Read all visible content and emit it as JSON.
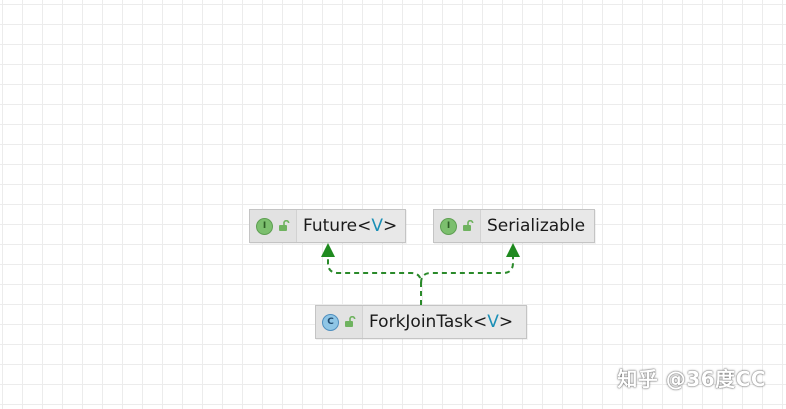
{
  "diagram": {
    "nodes": [
      {
        "id": "future",
        "kind_letter": "I",
        "name": "Future",
        "generic_open": "<",
        "generic_param": "V",
        "generic_close": ">"
      },
      {
        "id": "serializable",
        "kind_letter": "I",
        "name": "Serializable"
      },
      {
        "id": "forkjointask",
        "kind_letter": "C",
        "name": "ForkJoinTask",
        "generic_open": "<",
        "generic_param": "V",
        "generic_close": ">"
      }
    ],
    "edges": [
      {
        "from": "forkjointask",
        "to": "future",
        "style": "dashed",
        "arrow": "filled-triangle"
      },
      {
        "from": "forkjointask",
        "to": "serializable",
        "style": "dashed",
        "arrow": "filled-triangle"
      }
    ],
    "colors": {
      "edge": "#2a8a2a",
      "interface_badge": "#7cbf6e",
      "class_badge": "#8fc6e6",
      "generic_param": "#1a8fb6"
    }
  },
  "watermark": {
    "text": "知乎 @36度CC"
  }
}
